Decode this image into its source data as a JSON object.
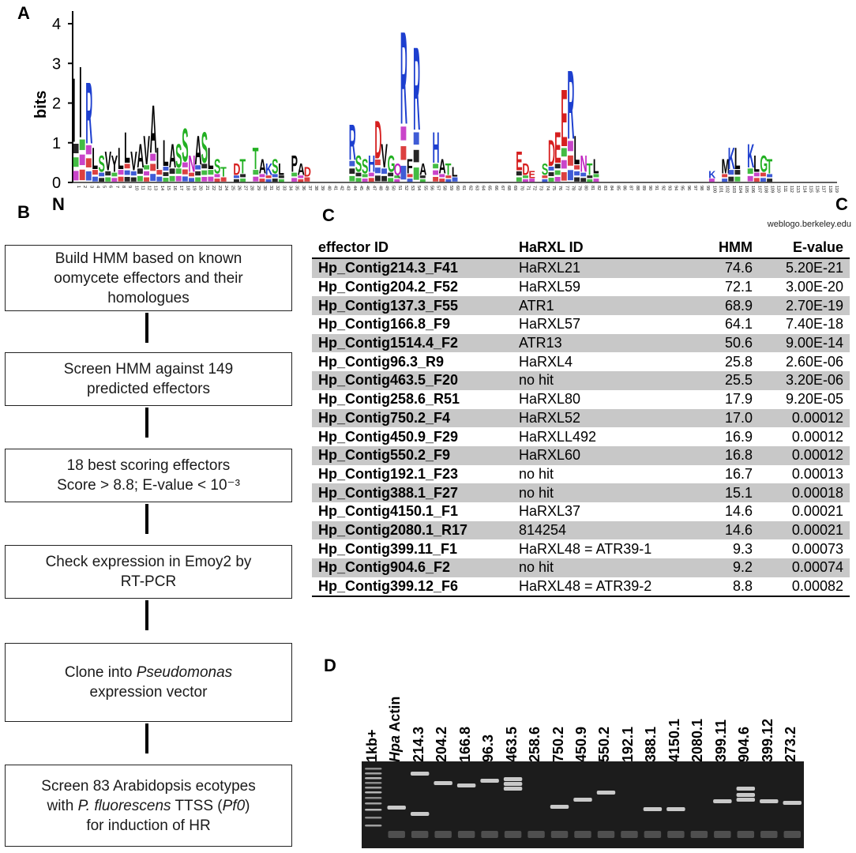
{
  "panels": {
    "a": "A",
    "b": "B",
    "c": "C",
    "d": "D"
  },
  "logo": {
    "ylabel": "bits",
    "yticks": [
      "0",
      "1",
      "2",
      "3",
      "4"
    ],
    "n_label": "N",
    "c_label": "C",
    "credit": "weblogo.berkeley.edu",
    "positions_count": 119,
    "colors": {
      "hydrophobic": "#000000",
      "polar": "#22b022",
      "basic": "#1d3fcf",
      "acidic": "#d61f1f",
      "amide": "#c023c0"
    },
    "columns": [
      {
        "pos": 1,
        "height": 2.7,
        "letter": "I",
        "color": "#000000"
      },
      {
        "pos": 2,
        "height": 3.0,
        "letter": "I",
        "color": "#000000"
      },
      {
        "pos": 3,
        "height": 2.6,
        "letter": "R",
        "color": "#1d3fcf"
      },
      {
        "pos": 4,
        "height": 0.9,
        "letter": "L",
        "color": "#000000"
      },
      {
        "pos": 5,
        "height": 0.7,
        "letter": "S",
        "color": "#22b022"
      },
      {
        "pos": 6,
        "height": 0.8,
        "letter": "V",
        "color": "#000000"
      },
      {
        "pos": 7,
        "height": 0.7,
        "letter": "Y",
        "color": "#000000"
      },
      {
        "pos": 8,
        "height": 0.9,
        "letter": "L",
        "color": "#000000"
      },
      {
        "pos": 9,
        "height": 1.3,
        "letter": "L",
        "color": "#000000"
      },
      {
        "pos": 10,
        "height": 0.8,
        "letter": "V",
        "color": "#000000"
      },
      {
        "pos": 11,
        "height": 1.0,
        "letter": "A",
        "color": "#000000"
      },
      {
        "pos": 12,
        "height": 1.2,
        "letter": "V",
        "color": "#000000"
      },
      {
        "pos": 13,
        "height": 2.0,
        "letter": "A",
        "color": "#000000"
      },
      {
        "pos": 14,
        "height": 0.9,
        "letter": "I",
        "color": "#000000"
      },
      {
        "pos": 15,
        "height": 1.1,
        "letter": "L",
        "color": "#000000"
      },
      {
        "pos": 16,
        "height": 1.0,
        "letter": "A",
        "color": "#000000"
      },
      {
        "pos": 17,
        "height": 1.0,
        "letter": "S",
        "color": "#22b022"
      },
      {
        "pos": 18,
        "height": 1.4,
        "letter": "S",
        "color": "#22b022"
      },
      {
        "pos": 19,
        "height": 0.7,
        "letter": "N",
        "color": "#c023c0"
      },
      {
        "pos": 20,
        "height": 1.2,
        "letter": "A",
        "color": "#000000"
      },
      {
        "pos": 21,
        "height": 1.3,
        "letter": "S",
        "color": "#22b022"
      },
      {
        "pos": 22,
        "height": 0.9,
        "letter": "L",
        "color": "#000000"
      },
      {
        "pos": 23,
        "height": 0.6,
        "letter": "S",
        "color": "#22b022"
      },
      {
        "pos": 24,
        "height": 0.4,
        "letter": "T",
        "color": "#22b022"
      },
      {
        "pos": 26,
        "height": 0.5,
        "letter": "D",
        "color": "#d61f1f"
      },
      {
        "pos": 27,
        "height": 0.6,
        "letter": "T",
        "color": "#22b022"
      },
      {
        "pos": 29,
        "height": 0.9,
        "letter": "T",
        "color": "#22b022"
      },
      {
        "pos": 30,
        "height": 0.6,
        "letter": "A",
        "color": "#000000"
      },
      {
        "pos": 31,
        "height": 0.5,
        "letter": "K",
        "color": "#1d3fcf"
      },
      {
        "pos": 32,
        "height": 0.6,
        "letter": "S",
        "color": "#22b022"
      },
      {
        "pos": 33,
        "height": 0.5,
        "letter": "L",
        "color": "#000000"
      },
      {
        "pos": 35,
        "height": 0.7,
        "letter": "P",
        "color": "#000000"
      },
      {
        "pos": 36,
        "height": 0.5,
        "letter": "A",
        "color": "#000000"
      },
      {
        "pos": 37,
        "height": 0.4,
        "letter": "D",
        "color": "#d61f1f"
      },
      {
        "pos": 44,
        "height": 1.5,
        "letter": "R",
        "color": "#1d3fcf"
      },
      {
        "pos": 45,
        "height": 0.7,
        "letter": "S",
        "color": "#22b022"
      },
      {
        "pos": 46,
        "height": 0.6,
        "letter": "S",
        "color": "#22b022"
      },
      {
        "pos": 47,
        "height": 0.7,
        "letter": "H",
        "color": "#1d3fcf"
      },
      {
        "pos": 48,
        "height": 1.6,
        "letter": "D",
        "color": "#d61f1f"
      },
      {
        "pos": 49,
        "height": 1.0,
        "letter": "V",
        "color": "#000000"
      },
      {
        "pos": 50,
        "height": 0.7,
        "letter": "G",
        "color": "#22b022"
      },
      {
        "pos": 51,
        "height": 0.5,
        "letter": "Q",
        "color": "#c023c0"
      },
      {
        "pos": 52,
        "height": 3.9,
        "letter": "R",
        "color": "#1d3fcf"
      },
      {
        "pos": 53,
        "height": 0.6,
        "letter": "F",
        "color": "#000000"
      },
      {
        "pos": 54,
        "height": 3.5,
        "letter": "R",
        "color": "#1d3fcf"
      },
      {
        "pos": 55,
        "height": 0.5,
        "letter": "A",
        "color": "#000000"
      },
      {
        "pos": 57,
        "height": 1.3,
        "letter": "H",
        "color": "#1d3fcf"
      },
      {
        "pos": 58,
        "height": 0.6,
        "letter": "A",
        "color": "#000000"
      },
      {
        "pos": 59,
        "height": 0.5,
        "letter": "T",
        "color": "#22b022"
      },
      {
        "pos": 60,
        "height": 0.4,
        "letter": "L",
        "color": "#000000"
      },
      {
        "pos": 70,
        "height": 0.8,
        "letter": "E",
        "color": "#d61f1f"
      },
      {
        "pos": 71,
        "height": 0.5,
        "letter": "D",
        "color": "#d61f1f"
      },
      {
        "pos": 72,
        "height": 0.3,
        "letter": "E",
        "color": "#d61f1f"
      },
      {
        "pos": 74,
        "height": 0.5,
        "letter": "S",
        "color": "#22b022"
      },
      {
        "pos": 75,
        "height": 1.1,
        "letter": "D",
        "color": "#d61f1f"
      },
      {
        "pos": 76,
        "height": 1.3,
        "letter": "E",
        "color": "#d61f1f"
      },
      {
        "pos": 77,
        "height": 2.4,
        "letter": "E",
        "color": "#d61f1f"
      },
      {
        "pos": 78,
        "height": 2.9,
        "letter": "R",
        "color": "#1d3fcf"
      },
      {
        "pos": 79,
        "height": 1.2,
        "letter": "L",
        "color": "#000000"
      },
      {
        "pos": 80,
        "height": 0.7,
        "letter": "N",
        "color": "#c023c0"
      },
      {
        "pos": 81,
        "height": 0.5,
        "letter": "T",
        "color": "#22b022"
      },
      {
        "pos": 82,
        "height": 0.6,
        "letter": "L",
        "color": "#000000"
      },
      {
        "pos": 100,
        "height": 0.3,
        "letter": "K",
        "color": "#1d3fcf"
      },
      {
        "pos": 102,
        "height": 0.6,
        "letter": "M",
        "color": "#000000"
      },
      {
        "pos": 103,
        "height": 0.9,
        "letter": "K",
        "color": "#1d3fcf"
      },
      {
        "pos": 104,
        "height": 0.9,
        "letter": "L",
        "color": "#000000"
      },
      {
        "pos": 106,
        "height": 1.0,
        "letter": "K",
        "color": "#1d3fcf"
      },
      {
        "pos": 107,
        "height": 0.7,
        "letter": "L",
        "color": "#000000"
      },
      {
        "pos": 108,
        "height": 0.7,
        "letter": "G",
        "color": "#22b022"
      },
      {
        "pos": 109,
        "height": 0.6,
        "letter": "T",
        "color": "#22b022"
      }
    ]
  },
  "flowchart": {
    "steps": [
      {
        "lines": [
          "Build HMM based on known",
          "oomycete effectors and their",
          "homologues"
        ]
      },
      {
        "lines": [
          "Screen HMM against 149",
          "predicted effectors"
        ]
      },
      {
        "lines": [
          "18 best scoring effectors",
          "Score > 8.8; E-value < 10⁻³"
        ]
      },
      {
        "lines": [
          "Check expression in Emoy2 by",
          "RT-PCR"
        ]
      },
      {
        "lines": [
          "Clone into Pseudomonas",
          "expression vector"
        ]
      },
      {
        "lines": [
          "Screen 83 Arabidopsis ecotypes",
          "with P. fluorescens TTSS (Pf0)",
          "for induction of HR"
        ]
      }
    ]
  },
  "table": {
    "headers": [
      "effector ID",
      "HaRXL ID",
      "HMM",
      "E-value"
    ],
    "rows": [
      [
        "Hp_Contig214.3_F41",
        "HaRXL21",
        "74.6",
        "5.20E-21"
      ],
      [
        "Hp_Contig204.2_F52",
        "HaRXL59",
        "72.1",
        "3.00E-20"
      ],
      [
        "Hp_Contig137.3_F55",
        "ATR1",
        "68.9",
        "2.70E-19"
      ],
      [
        "Hp_Contig166.8_F9",
        "HaRXL57",
        "64.1",
        "7.40E-18"
      ],
      [
        "Hp_Contig1514.4_F2",
        "ATR13",
        "50.6",
        "9.00E-14"
      ],
      [
        "Hp_Contig96.3_R9",
        "HaRXL4",
        "25.8",
        "2.60E-06"
      ],
      [
        "Hp_Contig463.5_F20",
        "no hit",
        "25.5",
        "3.20E-06"
      ],
      [
        "Hp_Contig258.6_R51",
        "HaRXL80",
        "17.9",
        "9.20E-05"
      ],
      [
        "Hp_Contig750.2_F4",
        "HaRXL52",
        "17.0",
        "0.00012"
      ],
      [
        "Hp_Contig450.9_F29",
        "HaRXLL492",
        "16.9",
        "0.00012"
      ],
      [
        "Hp_Contig550.2_F9",
        "HaRXL60",
        "16.8",
        "0.00012"
      ],
      [
        "Hp_Contig192.1_F23",
        "no hit",
        "16.7",
        "0.00013"
      ],
      [
        "Hp_Contig388.1_F27",
        "no hit",
        "15.1",
        "0.00018"
      ],
      [
        "Hp_Contig4150.1_F1",
        "HaRXL37",
        "14.6",
        "0.00021"
      ],
      [
        "Hp_Contig2080.1_R17",
        "814254",
        "14.6",
        "0.00021"
      ],
      [
        "Hp_Contig399.11_F1",
        "HaRXL48 = ATR39-1",
        "9.3",
        "0.00073"
      ],
      [
        "Hp_Contig904.6_F2",
        "no hit",
        "9.2",
        "0.00074"
      ],
      [
        "Hp_Contig399.12_F6",
        "HaRXL48 = ATR39-2",
        "8.8",
        "0.00082"
      ]
    ]
  },
  "gel": {
    "lanes": [
      "1kb+",
      "Hpa Actin",
      "214.3",
      "204.2",
      "166.8",
      "96.3",
      "463.5",
      "258.6",
      "750.2",
      "450.9",
      "550.2",
      "192.1",
      "388.1",
      "4150.1",
      "2080.1",
      "399.11",
      "904.6",
      "399.12",
      "273.2"
    ]
  }
}
